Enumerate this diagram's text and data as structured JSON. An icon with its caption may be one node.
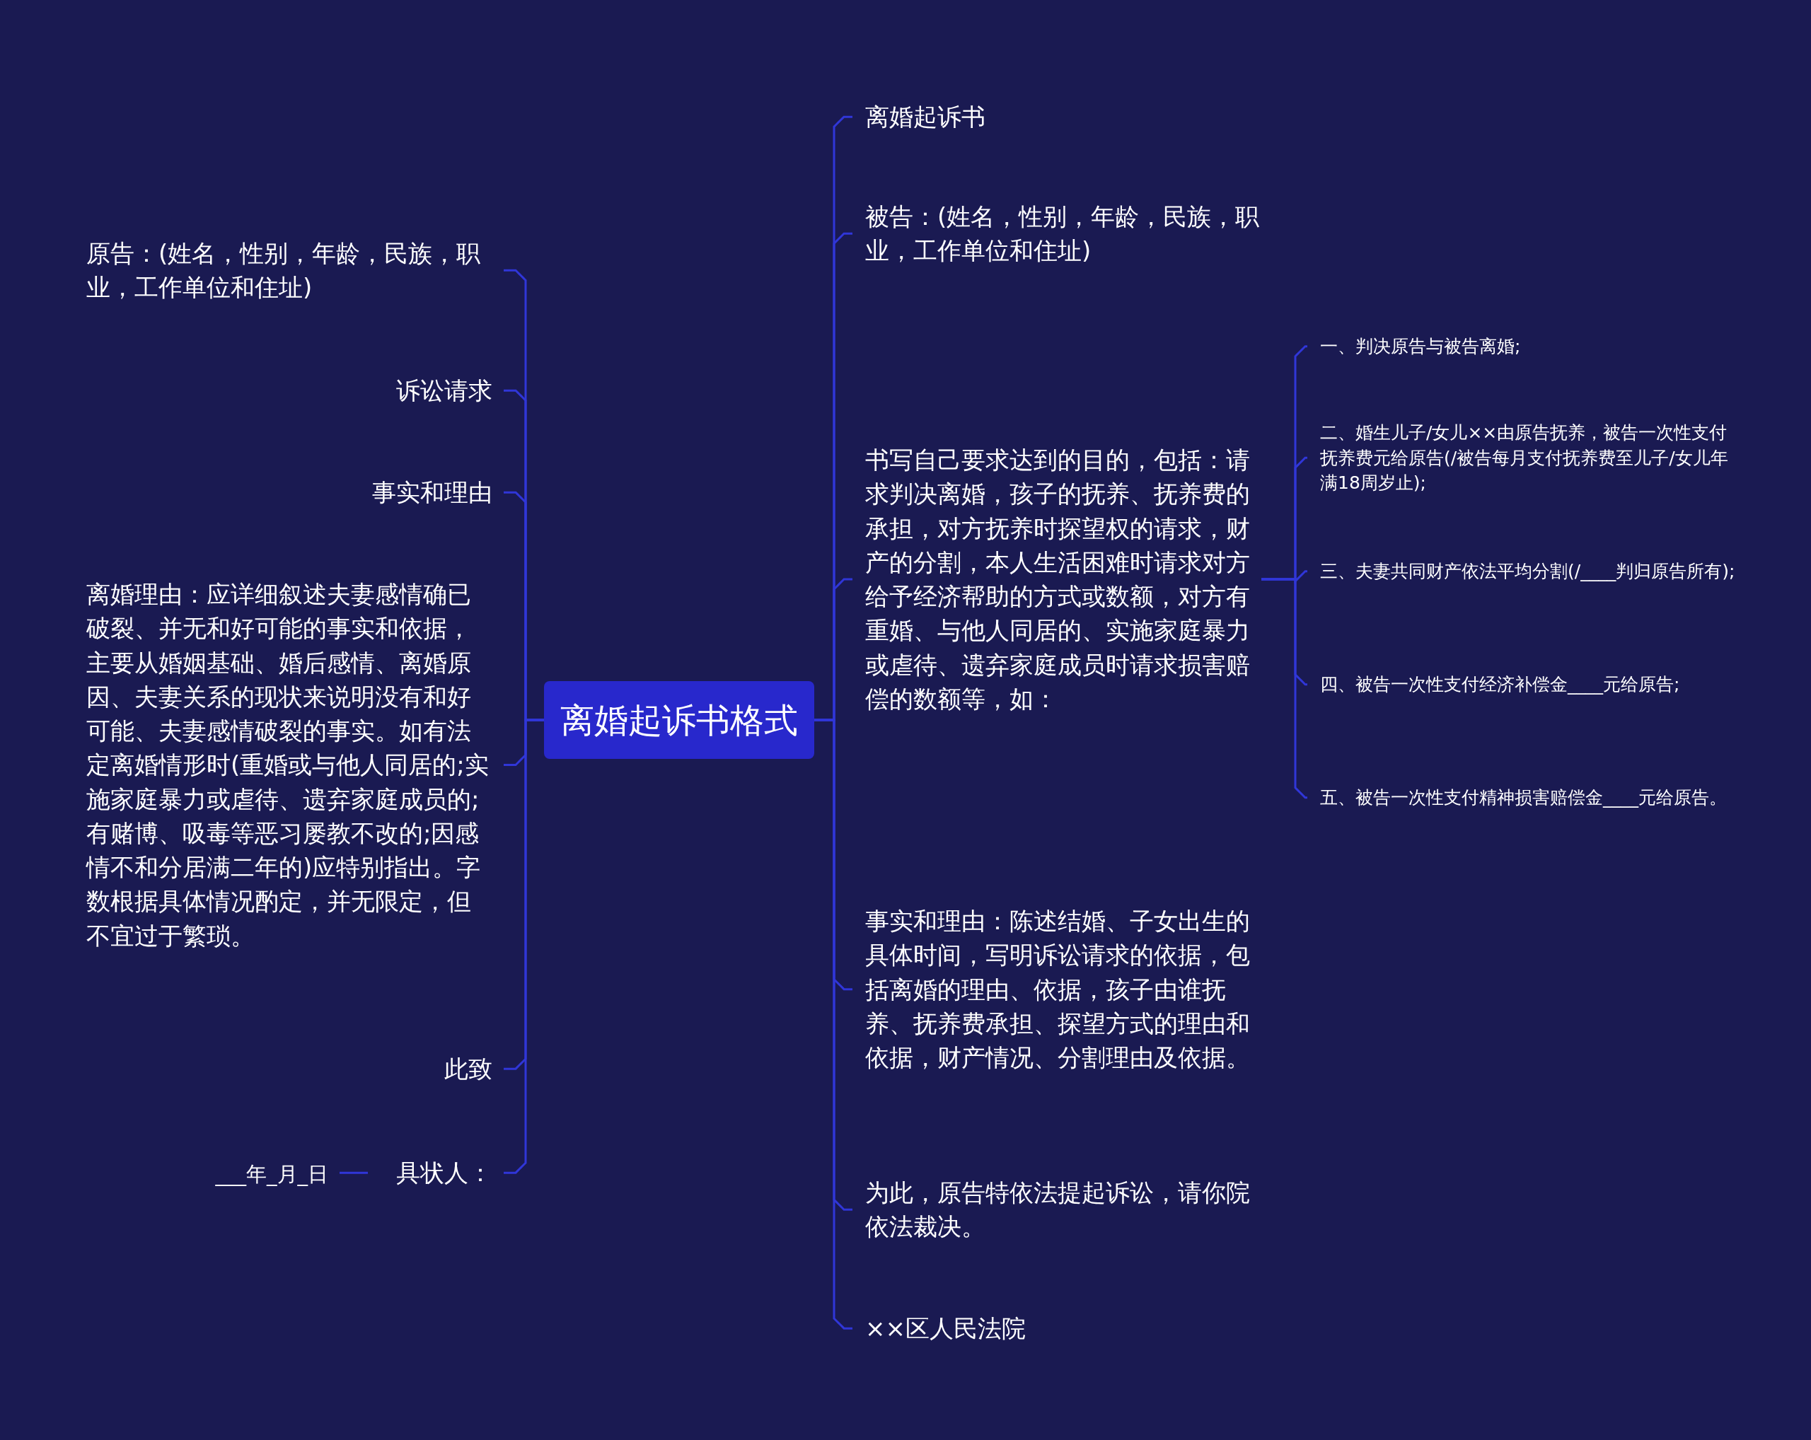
{
  "diagram": {
    "nodes": [
      {
        "text": [
          "离婚起诉书格式"
        ]
      },
      {
        "text": [
          "原告：(姓名，性别，年龄，民族，职业，工作单位和住址)"
        ]
      },
      {
        "text": [
          "诉讼请求"
        ]
      },
      {
        "text": [
          "事实和理由"
        ]
      },
      {
        "text": [
          "离婚理由：应详细叙述夫妻感情确已破裂、并无和好可能的事实和依据，主要从婚姻基础、婚后感情、离婚原因、夫妻关系的现状来说明没有和好可能、夫妻感情破裂的事实。如有法定离婚情形时(重婚或与他人同居的;实施家庭暴力或虐待、遗弃家庭成员的;有赌博、吸毒等恶习屡教不改的;因感情不和分居满二年的)应特别指出。字数根据具体情况酌定，并无限定，但不宜过于繁琐。"
        ]
      },
      {
        "text": [
          "此致"
        ]
      },
      {
        "text": [
          "具状人："
        ]
      },
      {
        "text": [
          "___年_月_日"
        ]
      },
      {
        "text": [
          "离婚起诉书"
        ]
      },
      {
        "text": [
          "被告：(姓名，性别，年龄，民族，职业，工作单位和住址)"
        ]
      },
      {
        "text": [
          "书写自己要求达到的目的，包括：请求判决离婚，孩子的抚养、抚养费的承担，对方抚养时探望权的请求，财产的分割，本人生活困难时请求对方给予经济帮助的方式或数额，对方有重婚、与他人同居的、实施家庭暴力或虐待、遗弃家庭成员时请求损害赔偿的数额等，如："
        ]
      },
      {
        "text": [
          "一、判决原告与被告离婚;"
        ]
      },
      {
        "text": [
          "二、婚生儿子/女儿××由原告抚养，被告一次性支付抚养费元给原告(/被告每月支付抚养费至儿子/女儿年满18周岁止);"
        ]
      },
      {
        "text": [
          "三、夫妻共同财产依法平均分割(/____判归原告所有);"
        ]
      },
      {
        "text": [
          "四、被告一次性支付经济补偿金____元给原告;"
        ]
      },
      {
        "text": [
          "五、被告一次性支付精神损害赔偿金____元给原告。"
        ]
      },
      {
        "text": [
          "事实和理由：陈述结婚、子女出生的具体时间，写明诉讼请求的依据，包括离婚的理由、依据，孩子由谁抚养、抚养费承担、探望方式的理由和依据，财产情况、分割理由及依据。"
        ]
      },
      {
        "text": [
          "为此，原告特依法提起诉讼，请你院依法裁决。"
        ]
      },
      {
        "text": [
          "××区人民法院"
        ]
      }
    ],
    "edges": [
      {
        "from": 0,
        "to": 1,
        "arrow": "none"
      },
      {
        "from": 0,
        "to": 2,
        "arrow": "none"
      },
      {
        "from": 0,
        "to": 3,
        "arrow": "none"
      },
      {
        "from": 0,
        "to": 4,
        "arrow": "none"
      },
      {
        "from": 0,
        "to": 5,
        "arrow": "none"
      },
      {
        "from": 0,
        "to": 6,
        "arrow": "none"
      },
      {
        "from": 6,
        "to": 7,
        "arrow": "none"
      },
      {
        "from": 0,
        "to": 8,
        "arrow": "none"
      },
      {
        "from": 0,
        "to": 9,
        "arrow": "none"
      },
      {
        "from": 0,
        "to": 10,
        "arrow": "none"
      },
      {
        "from": 10,
        "to": 11,
        "arrow": "none"
      },
      {
        "from": 10,
        "to": 12,
        "arrow": "none"
      },
      {
        "from": 10,
        "to": 13,
        "arrow": "none"
      },
      {
        "from": 10,
        "to": 14,
        "arrow": "none"
      },
      {
        "from": 10,
        "to": 15,
        "arrow": "none"
      },
      {
        "from": 0,
        "to": 16,
        "arrow": "none"
      },
      {
        "from": 0,
        "to": 17,
        "arrow": "none"
      },
      {
        "from": 0,
        "to": 18,
        "arrow": "none"
      }
    ]
  }
}
